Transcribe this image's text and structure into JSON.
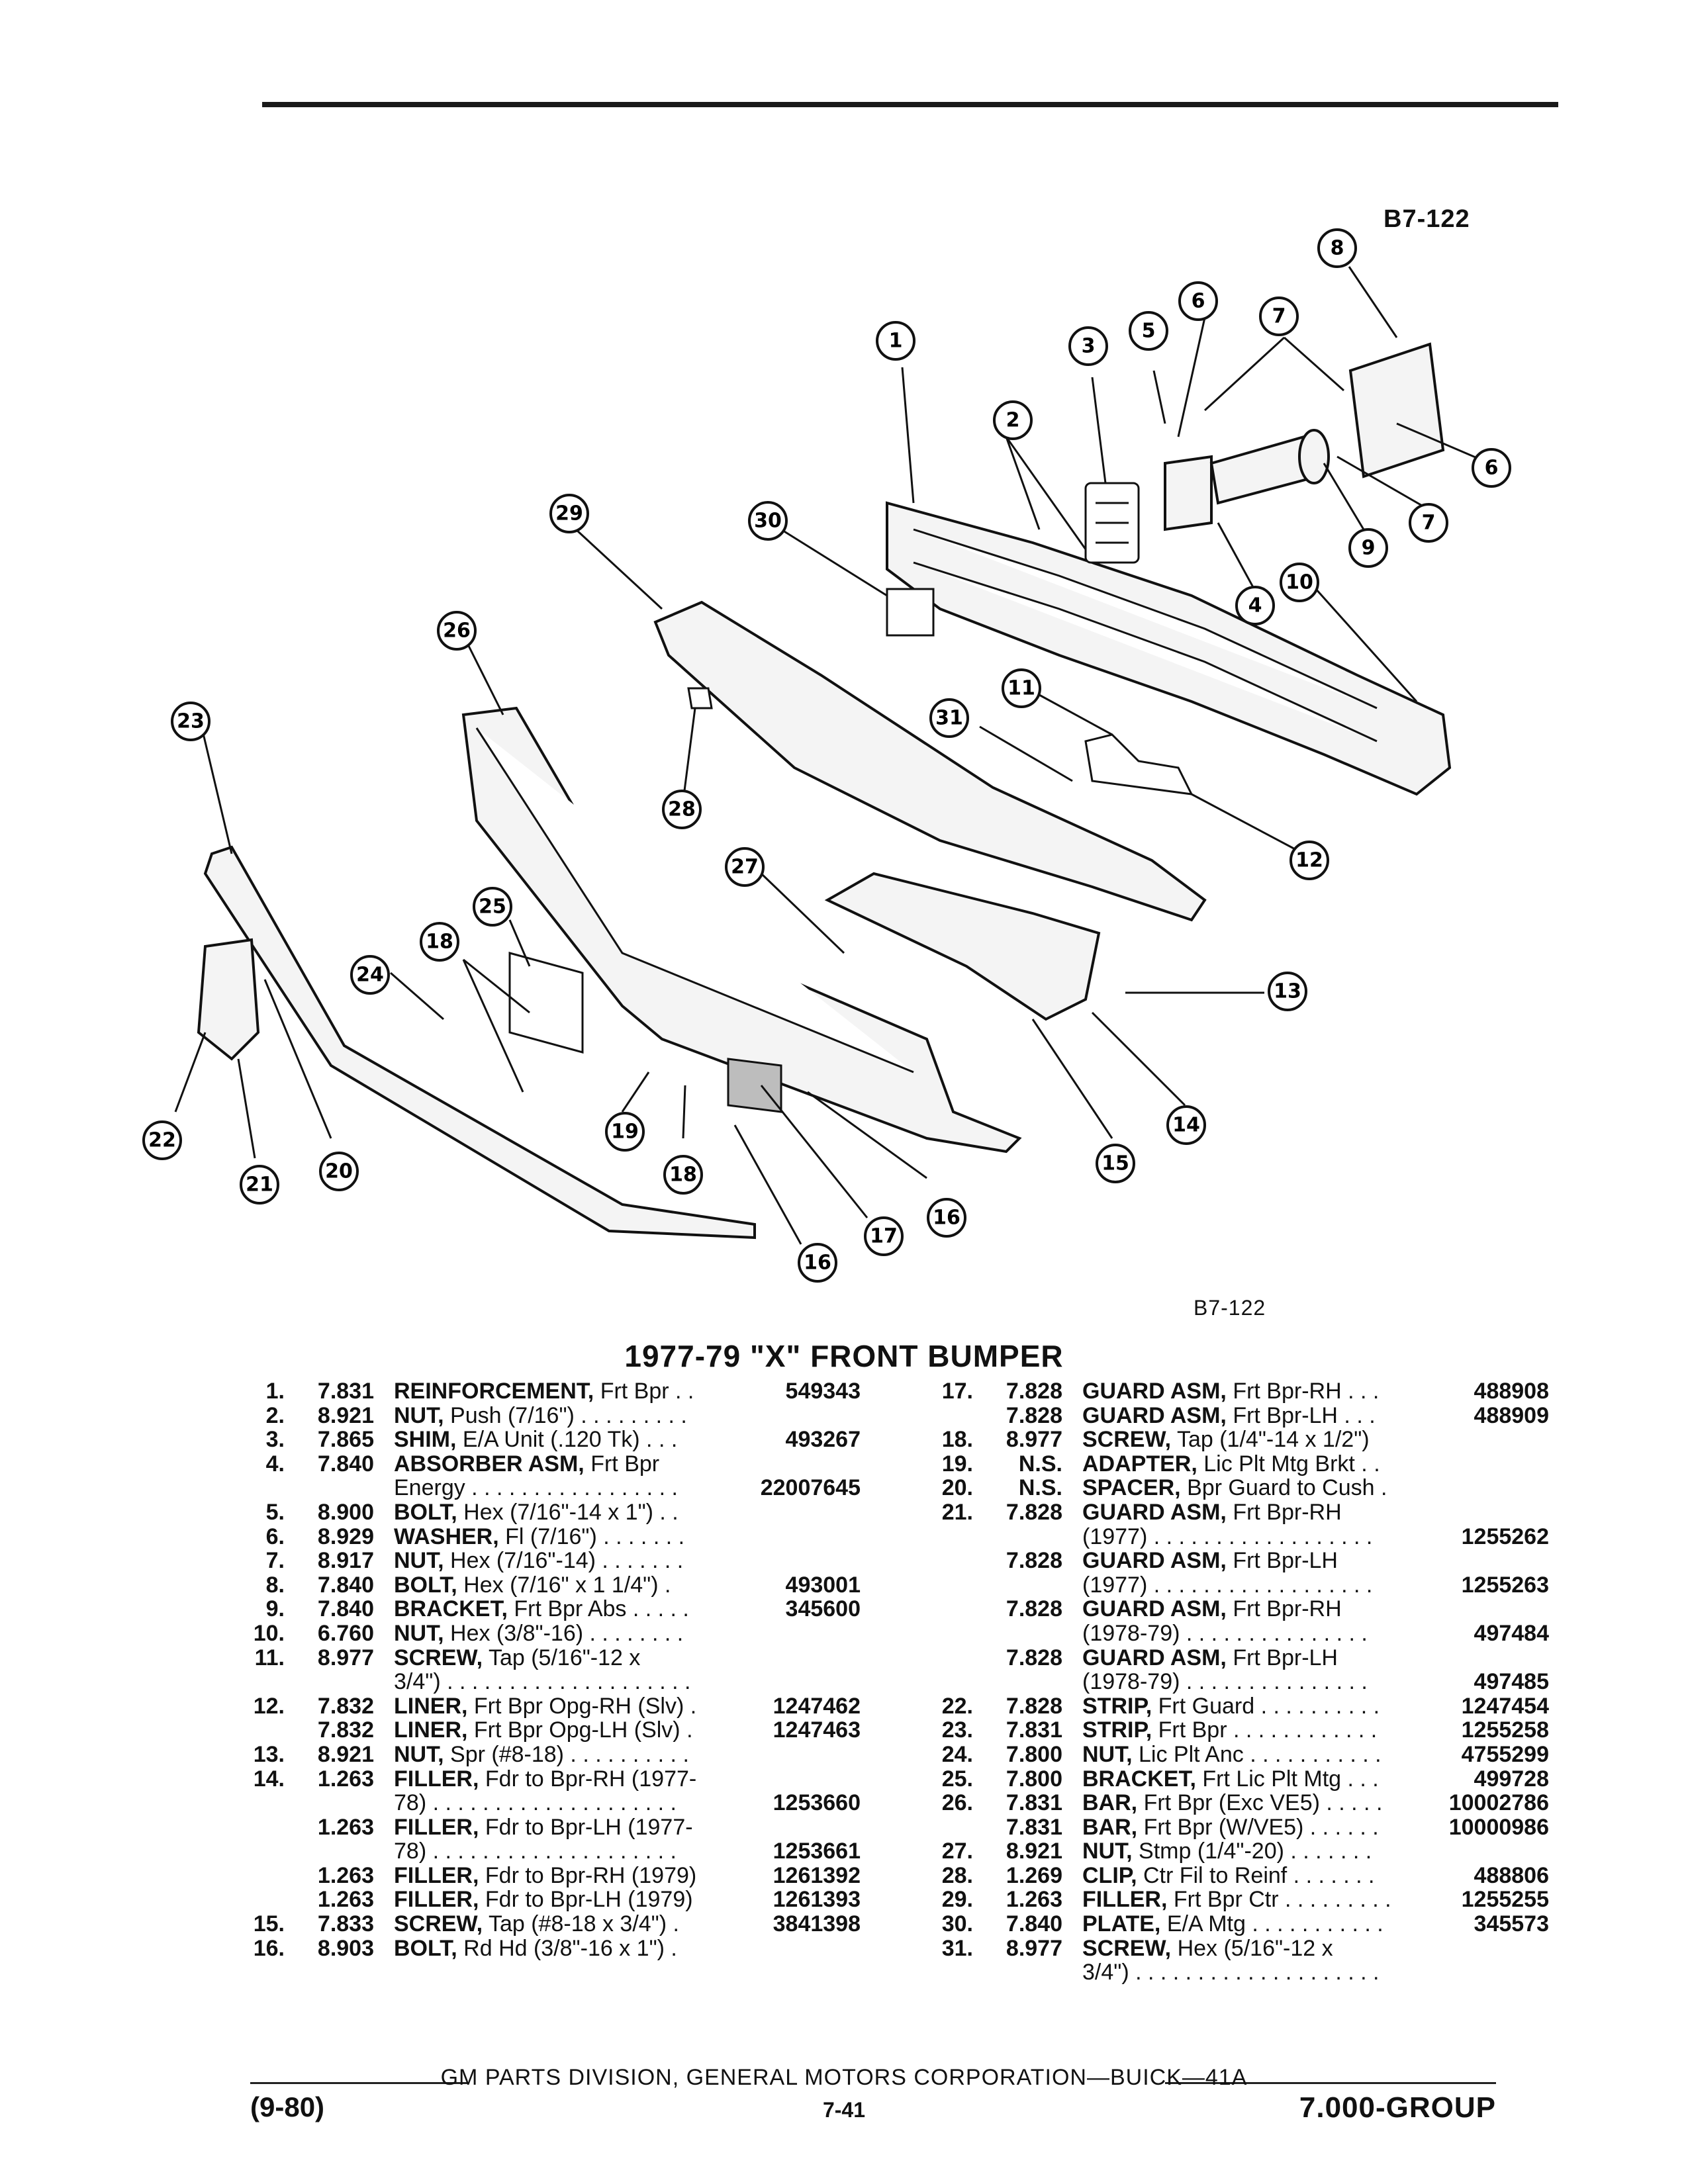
{
  "figure": {
    "id_top": "B7-122",
    "id_bottom": "B7-122",
    "callouts": [
      {
        "label": "8"
      },
      {
        "label": "6"
      },
      {
        "label": "7"
      },
      {
        "label": "5"
      },
      {
        "label": "3"
      },
      {
        "label": "1"
      },
      {
        "label": "2"
      },
      {
        "label": "6"
      },
      {
        "label": "7"
      },
      {
        "label": "9"
      },
      {
        "label": "4"
      },
      {
        "label": "10"
      },
      {
        "label": "29"
      },
      {
        "label": "30"
      },
      {
        "label": "26"
      },
      {
        "label": "11"
      },
      {
        "label": "31"
      },
      {
        "label": "12"
      },
      {
        "label": "23"
      },
      {
        "label": "28"
      },
      {
        "label": "27"
      },
      {
        "label": "25"
      },
      {
        "label": "24"
      },
      {
        "label": "18"
      },
      {
        "label": "13"
      },
      {
        "label": "14"
      },
      {
        "label": "15"
      },
      {
        "label": "19"
      },
      {
        "label": "18"
      },
      {
        "label": "16"
      },
      {
        "label": "17"
      },
      {
        "label": "16"
      },
      {
        "label": "22"
      },
      {
        "label": "21"
      },
      {
        "label": "20"
      }
    ]
  },
  "section_title": "1977-79 \"X\" FRONT BUMPER",
  "parts_left": [
    {
      "num": "1.",
      "group": "7.831",
      "name": "REINFORCEMENT,",
      "detail": "Frt Bpr . .",
      "part_no": "549343"
    },
    {
      "num": "2.",
      "group": "8.921",
      "name": "NUT,",
      "detail": "Push (7/16\") . . . . . . . . .",
      "part_no": ""
    },
    {
      "num": "3.",
      "group": "7.865",
      "name": "SHIM,",
      "detail": "E/A Unit (.120 Tk) . . .",
      "part_no": "493267"
    },
    {
      "num": "4.",
      "group": "7.840",
      "name": "ABSORBER ASM,",
      "detail": "Frt Bpr",
      "part_no": ""
    },
    {
      "num": "",
      "group": "",
      "name": "",
      "detail": "Energy . . . . . . . . . . . . . . . . .",
      "part_no": "22007645"
    },
    {
      "num": "5.",
      "group": "8.900",
      "name": "BOLT,",
      "detail": "Hex (7/16\"-14 x 1\") . .",
      "part_no": ""
    },
    {
      "num": "6.",
      "group": "8.929",
      "name": "WASHER,",
      "detail": "Fl (7/16\") . . . . . . .",
      "part_no": ""
    },
    {
      "num": "7.",
      "group": "8.917",
      "name": "NUT,",
      "detail": "Hex (7/16\"-14) . . . . . . .",
      "part_no": ""
    },
    {
      "num": "8.",
      "group": "7.840",
      "name": "BOLT,",
      "detail": "Hex (7/16\" x 1 1/4\") .",
      "part_no": "493001"
    },
    {
      "num": "9.",
      "group": "7.840",
      "name": "BRACKET,",
      "detail": "Frt Bpr Abs . . . . .",
      "part_no": "345600"
    },
    {
      "num": "10.",
      "group": "6.760",
      "name": "NUT,",
      "detail": "Hex (3/8\"-16) . . . . . . . .",
      "part_no": ""
    },
    {
      "num": "11.",
      "group": "8.977",
      "name": "SCREW,",
      "detail": "Tap (5/16\"-12 x",
      "part_no": ""
    },
    {
      "num": "",
      "group": "",
      "name": "",
      "detail": "3/4\") . . . . . . . . . . . . . . . . . . . .",
      "part_no": ""
    },
    {
      "num": "12.",
      "group": "7.832",
      "name": "LINER,",
      "detail": "Frt Bpr Opg-RH (Slv) .",
      "part_no": "1247462"
    },
    {
      "num": "",
      "group": "7.832",
      "name": "LINER,",
      "detail": "Frt Bpr Opg-LH (Slv) .",
      "part_no": "1247463"
    },
    {
      "num": "13.",
      "group": "8.921",
      "name": "NUT,",
      "detail": "Spr (#8-18) . . . . . . . . . .",
      "part_no": ""
    },
    {
      "num": "14.",
      "group": "1.263",
      "name": "FILLER,",
      "detail": "Fdr to Bpr-RH (1977-",
      "part_no": ""
    },
    {
      "num": "",
      "group": "",
      "name": "",
      "detail": "78) . . . . . . . . . . . . . . . . . . . .",
      "part_no": "1253660"
    },
    {
      "num": "",
      "group": "1.263",
      "name": "FILLER,",
      "detail": "Fdr to Bpr-LH (1977-",
      "part_no": ""
    },
    {
      "num": "",
      "group": "",
      "name": "",
      "detail": "78) . . . . . . . . . . . . . . . . . . . .",
      "part_no": "1253661"
    },
    {
      "num": "",
      "group": "1.263",
      "name": "FILLER,",
      "detail": "Fdr to Bpr-RH (1979)",
      "part_no": "1261392"
    },
    {
      "num": "",
      "group": "1.263",
      "name": "FILLER,",
      "detail": "Fdr to Bpr-LH (1979)",
      "part_no": "1261393"
    },
    {
      "num": "15.",
      "group": "7.833",
      "name": "SCREW,",
      "detail": "Tap (#8-18 x 3/4\") .",
      "part_no": "3841398"
    },
    {
      "num": "16.",
      "group": "8.903",
      "name": "BOLT,",
      "detail": "Rd Hd (3/8\"-16 x 1\") .",
      "part_no": ""
    }
  ],
  "parts_right": [
    {
      "num": "17.",
      "group": "7.828",
      "name": "GUARD ASM,",
      "detail": "Frt Bpr-RH . . .",
      "part_no": "488908"
    },
    {
      "num": "",
      "group": "7.828",
      "name": "GUARD ASM,",
      "detail": "Frt Bpr-LH . . .",
      "part_no": "488909"
    },
    {
      "num": "18.",
      "group": "8.977",
      "name": "SCREW,",
      "detail": "Tap (1/4\"-14 x 1/2\")",
      "part_no": ""
    },
    {
      "num": "19.",
      "group": "N.S.",
      "name": "ADAPTER,",
      "detail": "Lic Plt Mtg Brkt . .",
      "part_no": ""
    },
    {
      "num": "20.",
      "group": "N.S.",
      "name": "SPACER,",
      "detail": "Bpr Guard to Cush .",
      "part_no": ""
    },
    {
      "num": "21.",
      "group": "7.828",
      "name": "GUARD ASM,",
      "detail": "Frt Bpr-RH",
      "part_no": ""
    },
    {
      "num": "",
      "group": "",
      "name": "",
      "detail": "(1977) . . . . . . . . . . . . . . . . . .",
      "part_no": "1255262"
    },
    {
      "num": "",
      "group": "7.828",
      "name": "GUARD ASM,",
      "detail": "Frt Bpr-LH",
      "part_no": ""
    },
    {
      "num": "",
      "group": "",
      "name": "",
      "detail": "(1977) . . . . . . . . . . . . . . . . . .",
      "part_no": "1255263"
    },
    {
      "num": "",
      "group": "7.828",
      "name": "GUARD ASM,",
      "detail": "Frt Bpr-RH",
      "part_no": ""
    },
    {
      "num": "",
      "group": "",
      "name": "",
      "detail": "(1978-79) . . . . . . . . . . . . . . .",
      "part_no": "497484"
    },
    {
      "num": "",
      "group": "7.828",
      "name": "GUARD ASM,",
      "detail": "Frt Bpr-LH",
      "part_no": ""
    },
    {
      "num": "",
      "group": "",
      "name": "",
      "detail": "(1978-79) . . . . . . . . . . . . . . .",
      "part_no": "497485"
    },
    {
      "num": "22.",
      "group": "7.828",
      "name": "STRIP,",
      "detail": "Frt Guard . . . . . . . . . .",
      "part_no": "1247454"
    },
    {
      "num": "23.",
      "group": "7.831",
      "name": "STRIP,",
      "detail": "Frt Bpr . . . . . . . . . . . .",
      "part_no": "1255258"
    },
    {
      "num": "24.",
      "group": "7.800",
      "name": "NUT,",
      "detail": "Lic Plt Anc . . . . . . . . . . .",
      "part_no": "4755299"
    },
    {
      "num": "25.",
      "group": "7.800",
      "name": "BRACKET,",
      "detail": "Frt Lic Plt Mtg . . .",
      "part_no": "499728"
    },
    {
      "num": "26.",
      "group": "7.831",
      "name": "BAR,",
      "detail": "Frt Bpr (Exc VE5) . . . . .",
      "part_no": "10002786"
    },
    {
      "num": "",
      "group": "7.831",
      "name": "BAR,",
      "detail": "Frt Bpr (W/VE5) . . . . . .",
      "part_no": "10000986"
    },
    {
      "num": "27.",
      "group": "8.921",
      "name": "NUT,",
      "detail": "Stmp (1/4\"-20) . . . . . . .",
      "part_no": ""
    },
    {
      "num": "28.",
      "group": "1.269",
      "name": "CLIP,",
      "detail": "Ctr Fil to Reinf . . . . . . .",
      "part_no": "488806"
    },
    {
      "num": "29.",
      "group": "1.263",
      "name": "FILLER,",
      "detail": "Frt Bpr Ctr . . . . . . . . .",
      "part_no": "1255255"
    },
    {
      "num": "30.",
      "group": "7.840",
      "name": "PLATE,",
      "detail": "E/A Mtg . . . . . . . . . . .",
      "part_no": "345573"
    },
    {
      "num": "31.",
      "group": "8.977",
      "name": "SCREW,",
      "detail": "Hex (5/16\"-12 x",
      "part_no": ""
    },
    {
      "num": "",
      "group": "",
      "name": "",
      "detail": "3/4\") . . . . . . . . . . . . . . . . . . . .",
      "part_no": ""
    }
  ],
  "footer": {
    "source": "GM PARTS DIVISION, GENERAL MOTORS CORPORATION—BUICK—41A",
    "date": "(9-80)",
    "page": "7-41",
    "group": "7.000-GROUP"
  }
}
